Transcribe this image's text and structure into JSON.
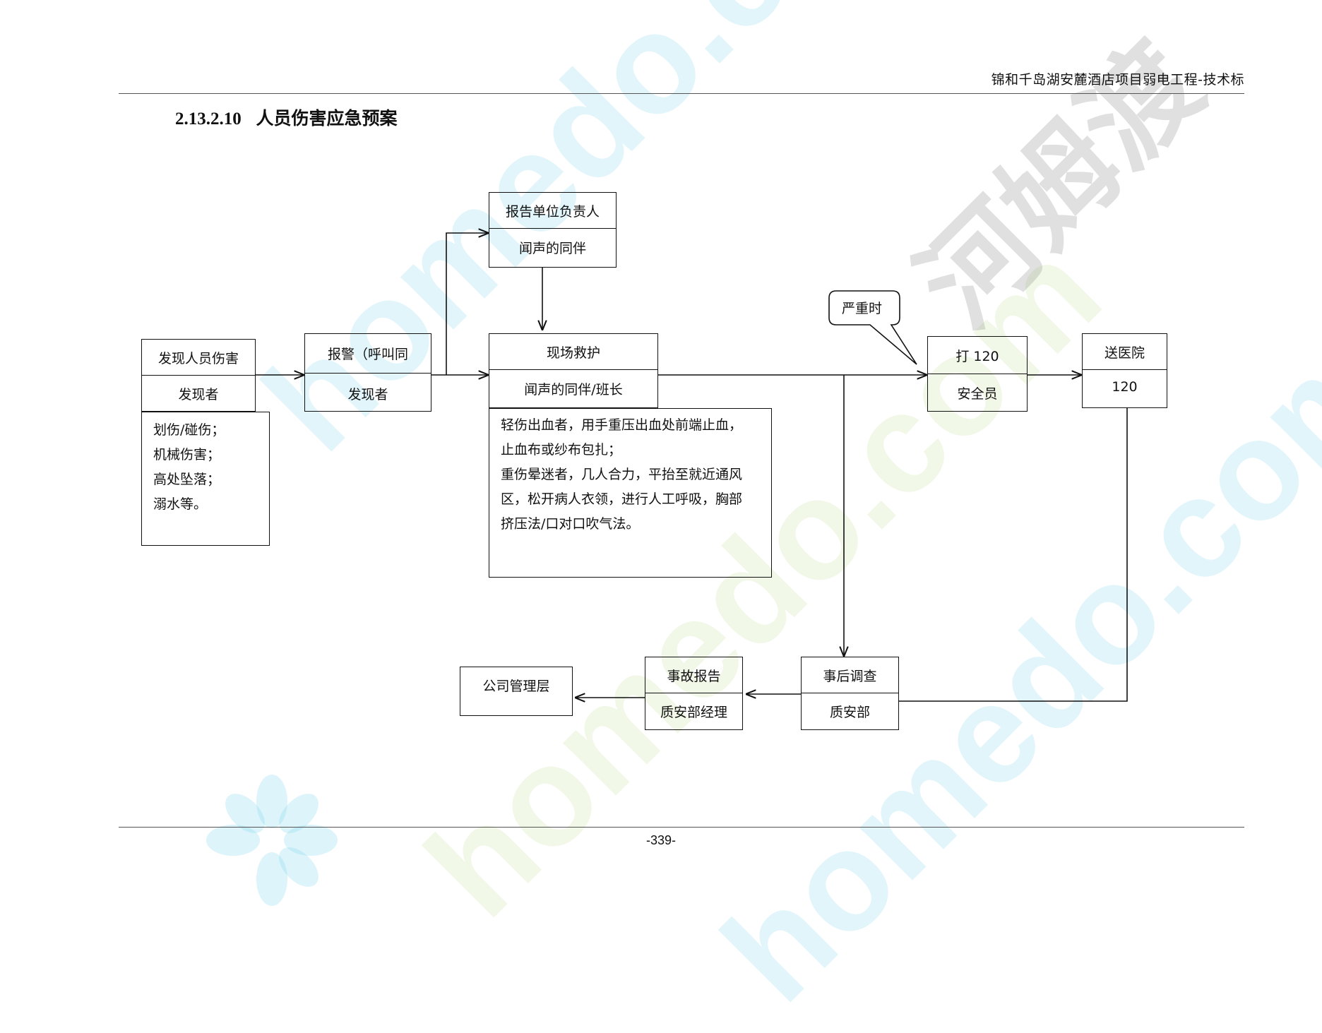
{
  "header": {
    "doc_title": "锦和千岛湖安麓酒店项目弱电工程-技术标"
  },
  "section": {
    "number": "2.13.2.10",
    "title": "人员伤害应急预案"
  },
  "watermarks": {
    "site": "homedo.com",
    "brand": "河姆渡"
  },
  "flow": {
    "discover": {
      "title": "发现人员伤害",
      "role": "发现者"
    },
    "injuries": [
      "划伤/碰伤；",
      "机械伤害；",
      "高处坠落；",
      "溺水等。"
    ],
    "alarm": {
      "title": "报警（呼叫同",
      "role": "发现者"
    },
    "report": {
      "title": "报告单位负责人",
      "role": "闻声的同伴"
    },
    "rescue": {
      "title": "现场救护",
      "role": "闻声的同伴/班长"
    },
    "rescue_notes": [
      "轻伤出血者，用手重压出血处前端止血，",
      "止血布或纱布包扎；",
      "重伤晕迷者，几人合力，平抬至就近通风",
      "区，松开病人衣领，进行人工呼吸，胸部",
      "挤压法/口对口吹气法。"
    ],
    "severe_label": "严重时",
    "call120": {
      "title": "打 120",
      "role": "安全员"
    },
    "hospital": {
      "title": "送医院",
      "role": "120"
    },
    "investigation": {
      "title": "事后调查",
      "role": "质安部"
    },
    "accident_report": {
      "title": "事故报告",
      "role": "质安部经理"
    },
    "management": {
      "title": "公司管理层"
    }
  },
  "footer": {
    "page_number": "-339-"
  }
}
